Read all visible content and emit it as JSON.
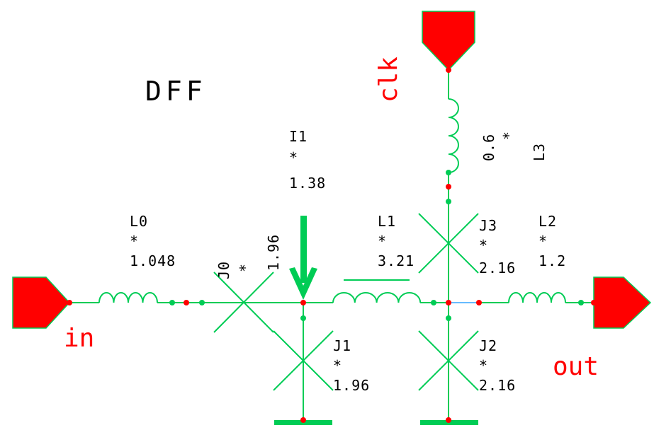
{
  "schematic": {
    "title": "DFF",
    "pins": {
      "input": "in",
      "output": "out",
      "clock": "clk"
    },
    "components": {
      "L0": {
        "name": "L0",
        "star": "*",
        "value": "1.048"
      },
      "L1": {
        "name": "L1",
        "star": "*",
        "value": "3.21"
      },
      "L2": {
        "name": "L2",
        "star": "*",
        "value": "1.2"
      },
      "L3": {
        "name": "L3",
        "star": "*",
        "value": "0.6"
      },
      "J0": {
        "name": "J0",
        "star": "*",
        "value": "1.96"
      },
      "J1": {
        "name": "J1",
        "star": "*",
        "value": "1.96"
      },
      "J2": {
        "name": "J2",
        "star": "*",
        "value": "2.16"
      },
      "J3": {
        "name": "J3",
        "star": "*",
        "value": "2.16"
      },
      "I1": {
        "name": "I1",
        "star": "*",
        "value": "1.38"
      }
    }
  },
  "colors": {
    "wire": "#00cc55",
    "pin_fill": "#ff0000",
    "node": "#ff0000",
    "text": "#000000"
  }
}
